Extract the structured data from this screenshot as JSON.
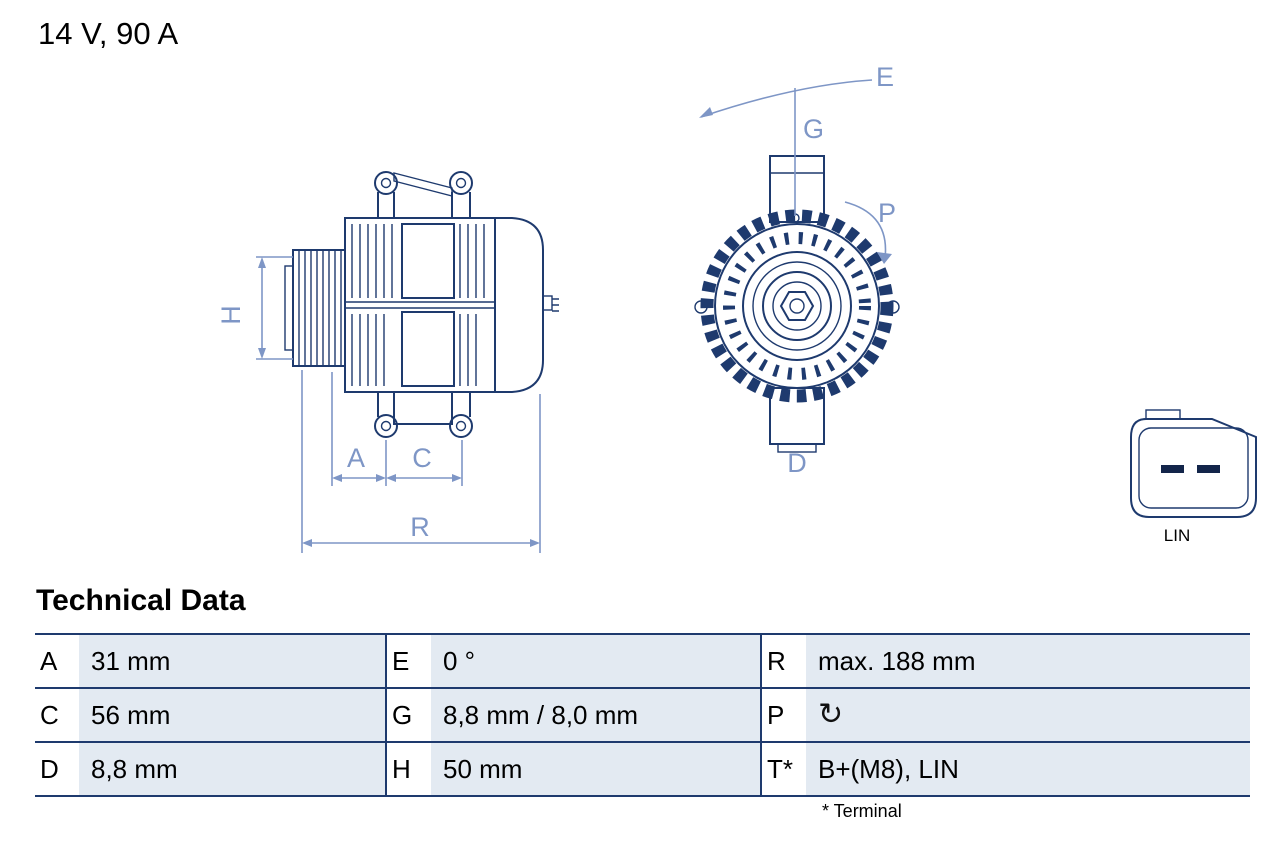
{
  "title": "14 V, 90 A",
  "diagram": {
    "labels": {
      "H": "H",
      "A": "A",
      "C": "C",
      "R": "R",
      "E": "E",
      "G": "G",
      "P": "P",
      "D": "D"
    },
    "connector_label": "LIN",
    "colors": {
      "outline": "#1e3a6e",
      "dimension": "#7e96c6",
      "value_cell_bg": "#e3eaf2"
    }
  },
  "technical_data": {
    "heading": "Technical Data",
    "rows": [
      [
        {
          "key": "A",
          "value": "31 mm"
        },
        {
          "key": "E",
          "value": "0 °"
        },
        {
          "key": "R",
          "value": "max. 188 mm"
        }
      ],
      [
        {
          "key": "C",
          "value": "56 mm"
        },
        {
          "key": "G",
          "value": "8,8 mm / 8,0 mm"
        },
        {
          "key": "P",
          "value": ""
        }
      ],
      [
        {
          "key": "D",
          "value": "8,8 mm"
        },
        {
          "key": "H",
          "value": "50 mm"
        },
        {
          "key": "T*",
          "value": "B+(M8), LIN"
        }
      ]
    ],
    "rotation_glyph": "↻",
    "footnote": "* Terminal"
  }
}
